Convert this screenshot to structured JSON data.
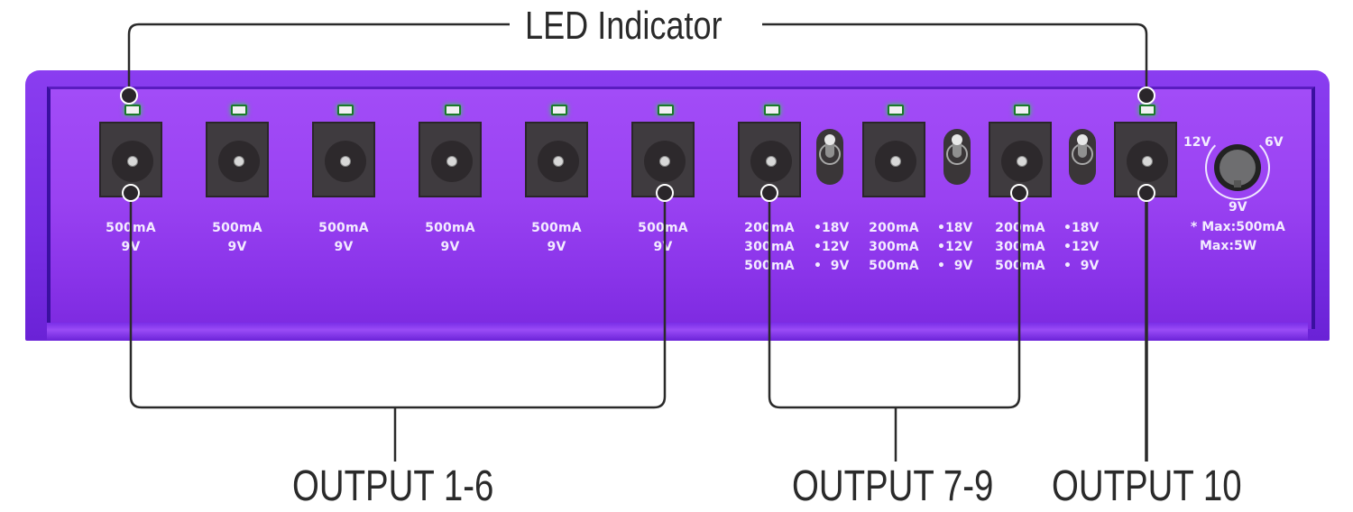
{
  "callouts": {
    "led_indicator": "LED Indicator",
    "output_1_6": "OUTPUT 1-6",
    "output_7_9": "OUTPUT 7-9",
    "output_10": "OUTPUT 10"
  },
  "device_color": "#9a42f2",
  "led_color": "#2bd84a",
  "outputs": [
    {
      "id": 1,
      "current": "500mA",
      "voltage": "9V"
    },
    {
      "id": 2,
      "current": "500mA",
      "voltage": "9V"
    },
    {
      "id": 3,
      "current": "500mA",
      "voltage": "9V"
    },
    {
      "id": 4,
      "current": "500mA",
      "voltage": "9V"
    },
    {
      "id": 5,
      "current": "500mA",
      "voltage": "9V"
    },
    {
      "id": 6,
      "current": "500mA",
      "voltage": "9V"
    },
    {
      "id": 7,
      "currents": [
        "200mA",
        "300mA",
        "500mA"
      ],
      "voltages": [
        "•18V",
        "•12V",
        "•  9V"
      ]
    },
    {
      "id": 8,
      "currents": [
        "200mA",
        "300mA",
        "500mA"
      ],
      "voltages": [
        "•18V",
        "•12V",
        "•  9V"
      ]
    },
    {
      "id": 9,
      "currents": [
        "200mA",
        "300mA",
        "500mA"
      ],
      "voltages": [
        "•18V",
        "•12V",
        "•  9V"
      ]
    },
    {
      "id": 10
    }
  ],
  "knob": {
    "labels": {
      "left": "12V",
      "right": "6V",
      "bottom": "9V"
    },
    "note_1": "* Max:500mA",
    "note_2": "Max:5W"
  }
}
